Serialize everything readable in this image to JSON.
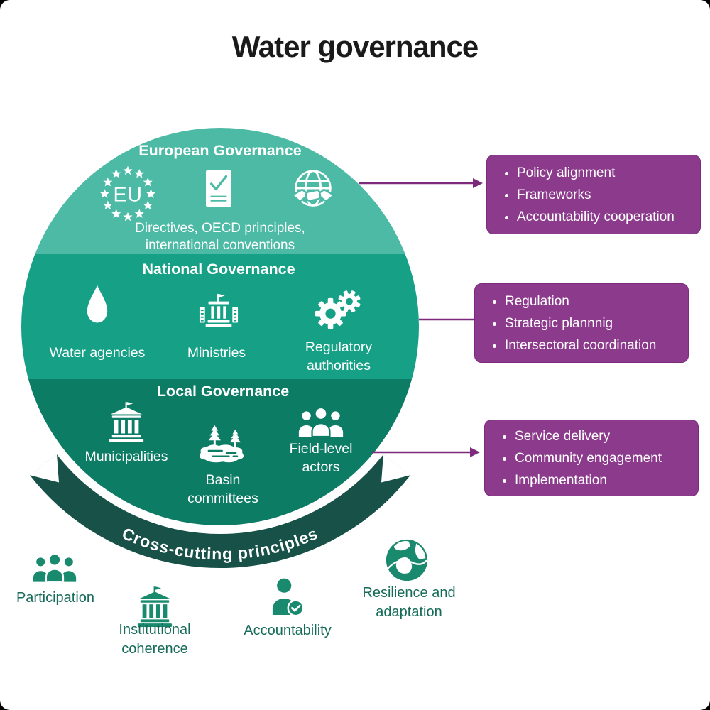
{
  "title": "Water governance",
  "colors": {
    "band_european": "#4cbaa5",
    "band_national": "#16a186",
    "band_local": "#0d7c65",
    "arc_band": "#175148",
    "callout_bg": "#8c3b8c",
    "connector": "#7d2a7d",
    "principle_icon": "#1a8a6e",
    "principle_label": "#166b59",
    "title_text": "#1a1a1a"
  },
  "circle": {
    "bands": [
      {
        "label": "European Governance",
        "sublabel": "Directives, OECD principles, international conventions",
        "eu_text": "EU",
        "icons": [
          "eu-stars",
          "document-check",
          "globe-handshake"
        ]
      },
      {
        "label": "National Governance",
        "items": [
          {
            "icon": "water-drop",
            "label": "Water agencies"
          },
          {
            "icon": "ministry-building",
            "label": "Ministries"
          },
          {
            "icon": "gears",
            "label": "Regulatory authorities"
          }
        ]
      },
      {
        "label": "Local Governance",
        "items": [
          {
            "icon": "municipality-building",
            "label": "Municipalities"
          },
          {
            "icon": "basin-trees",
            "label": "Basin committees"
          },
          {
            "icon": "people-group",
            "label": "Field-level actors"
          }
        ]
      }
    ]
  },
  "arc": {
    "label": "Cross-cutting principles"
  },
  "callouts": [
    {
      "items": [
        "Policy alignment",
        "Frameworks",
        "Accountability cooperation"
      ]
    },
    {
      "items": [
        "Regulation",
        "Strategic plannnig",
        "Intersectoral coordination"
      ]
    },
    {
      "items": [
        "Service delivery",
        "Community engagement",
        "Implementation"
      ]
    }
  ],
  "principles": [
    {
      "icon": "people-group",
      "label": "Participation"
    },
    {
      "icon": "institution-building",
      "label": "Institutional coherence"
    },
    {
      "icon": "person-check",
      "label": "Accountability"
    },
    {
      "icon": "globe-swoosh",
      "label": "Resilience and adaptation"
    }
  ]
}
